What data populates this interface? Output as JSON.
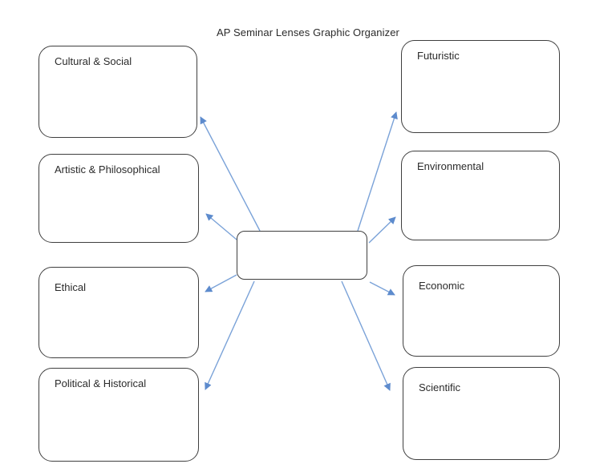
{
  "page": {
    "title": "AP Seminar Lenses Graphic Organizer"
  },
  "diagram": {
    "center_box": {
      "label": ""
    },
    "left_column": [
      {
        "label": "Cultural & Social"
      },
      {
        "label": "Artistic & Philosophical"
      },
      {
        "label": "Ethical"
      },
      {
        "label": "Political & Historical"
      }
    ],
    "right_column": [
      {
        "label": "Futuristic"
      },
      {
        "label": "Environmental"
      },
      {
        "label": "Economic"
      },
      {
        "label": "Scientific"
      }
    ],
    "colors": {
      "arrow": "#7aa2d8",
      "arrowhead": "#5d8bcd",
      "box_border": "#3f3f3f",
      "text": "#2b2b2b"
    }
  }
}
